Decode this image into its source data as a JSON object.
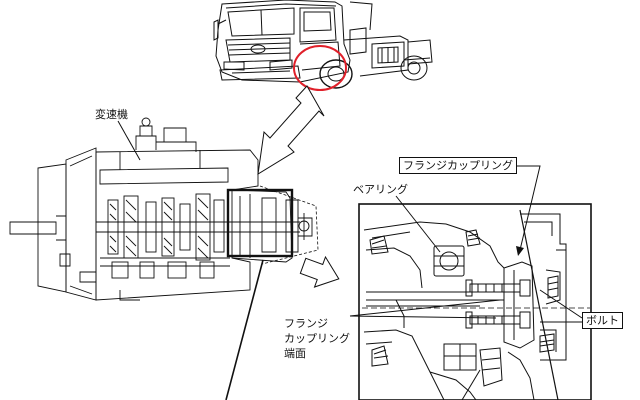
{
  "labels": {
    "transmission": "変速機",
    "flange_coupling": "フランジカップリング",
    "bearing": "ベアリング",
    "bolt": "ボルト",
    "flange_end_line1": "フランジ",
    "flange_end_line2": "カップリング",
    "flange_end_line3": "端面"
  },
  "colors": {
    "line": "#111111",
    "highlight_circle": "#e0202a",
    "background": "#ffffff"
  }
}
